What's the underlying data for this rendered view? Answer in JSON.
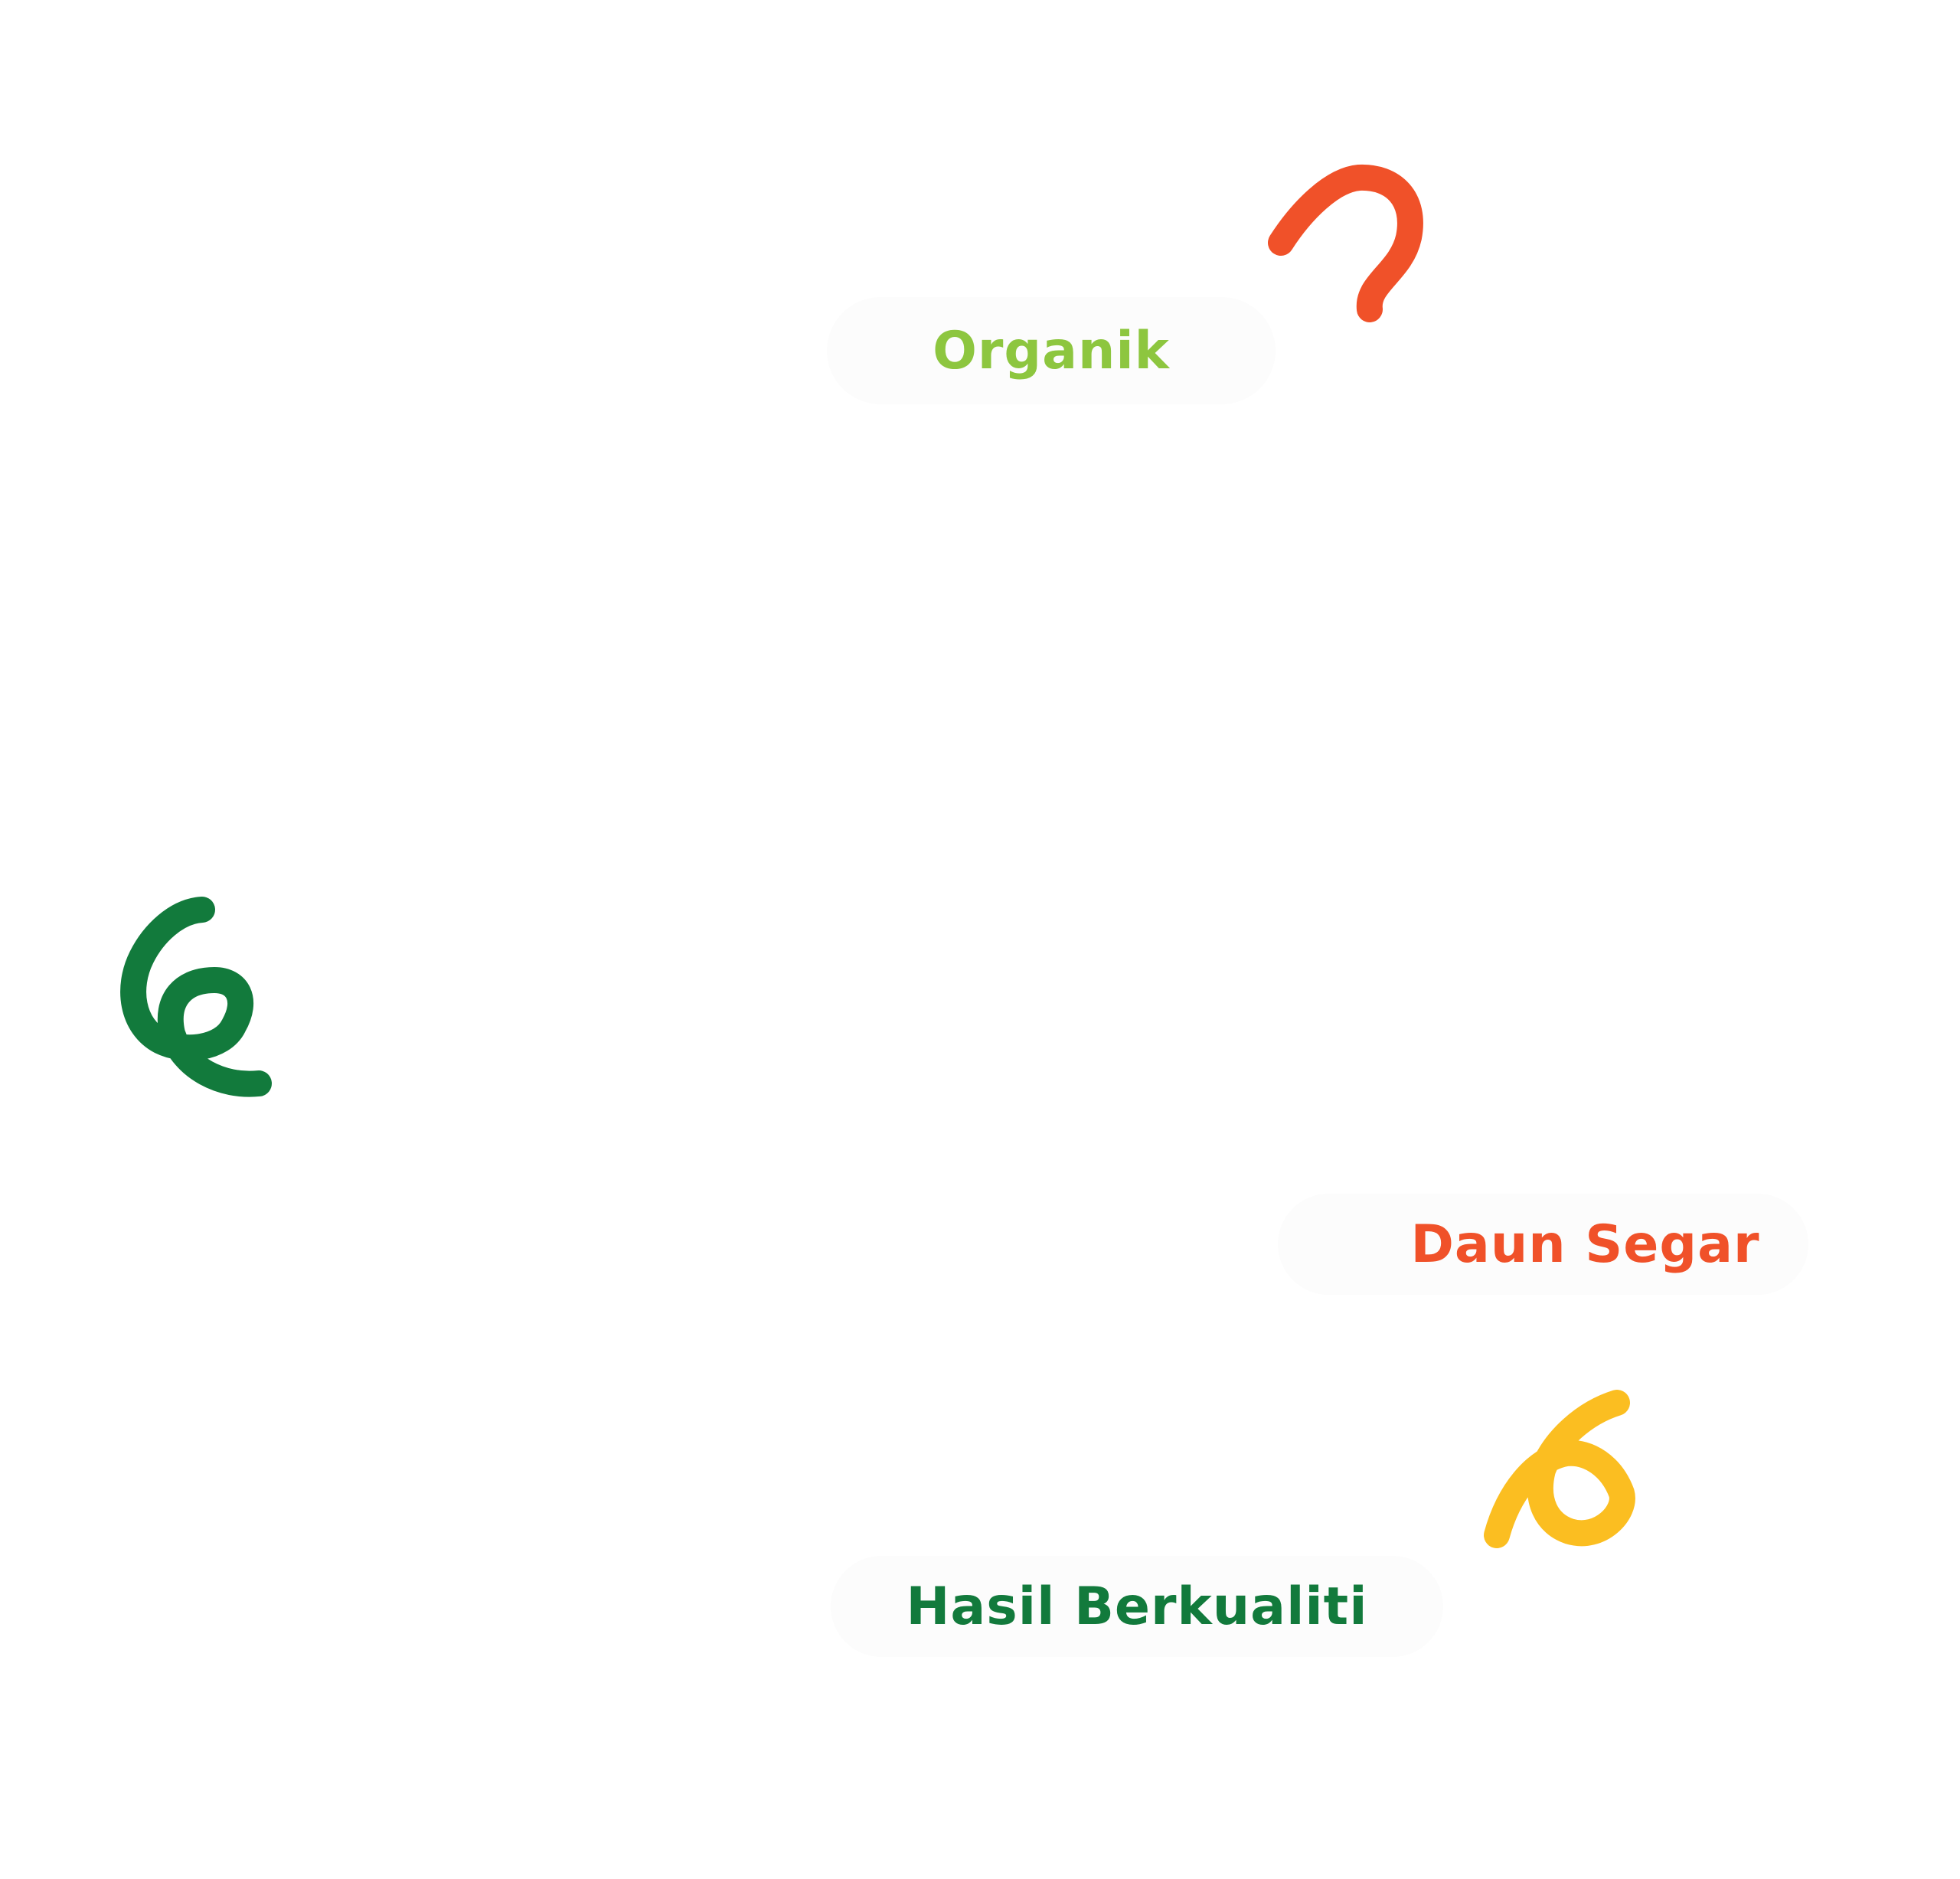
{
  "badges": [
    {
      "label": "Organik",
      "color": "#8DC63F"
    },
    {
      "label": "Daun Segar",
      "color": "#F05129"
    },
    {
      "label": "Hasil Berkualiti",
      "color": "#127A3C"
    }
  ],
  "decorations": {
    "red_squiggle": "#F05129",
    "green_squiggle": "#127A3C",
    "yellow_squiggle": "#FBBE21"
  }
}
